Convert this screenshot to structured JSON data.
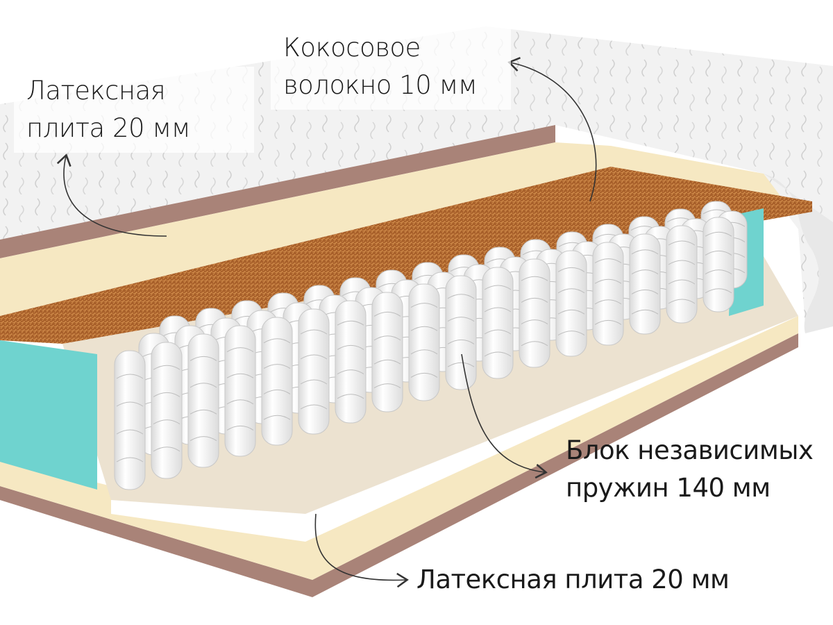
{
  "labels": {
    "top_latex": {
      "line1": "Латексная",
      "line2": "плита 20 мм"
    },
    "coconut": {
      "line1": "Кокосовое",
      "line2": "волокно 10 мм"
    },
    "springs": {
      "line1": "Блок независимых",
      "line2": "пружин 140 мм"
    },
    "bottom_latex": {
      "line1": "Латексная плита  20 мм"
    }
  },
  "colors": {
    "cover": "#f1f1f1",
    "brown_layer": "#a98378",
    "latex": "#f6e8c2",
    "coconut": "#a8602a",
    "foam_side": "#6fd3cf",
    "spring": "#f7f7f7",
    "base": "#ece2d0",
    "arrow": "#333333"
  }
}
